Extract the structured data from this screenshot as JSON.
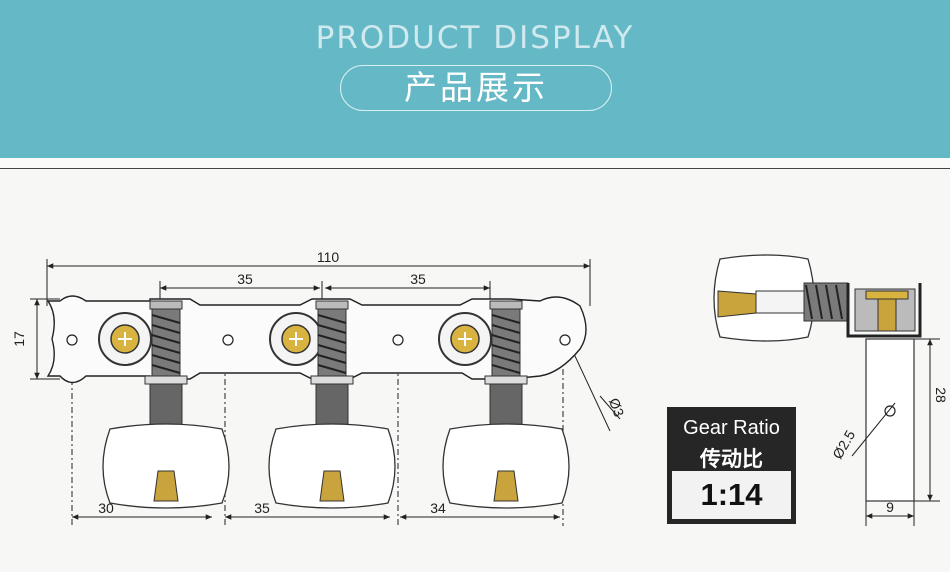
{
  "banner": {
    "title": "PRODUCT DISPLAY",
    "subtitle": "产品展示",
    "color": "#65b9c6"
  },
  "drawing": {
    "dimensions": {
      "overall_width": "110",
      "span_left": "35",
      "span_right": "35",
      "plate_height": "17",
      "hole_diameter": "Ø3",
      "knob_offset": "30",
      "knob_spacing_left": "35",
      "knob_spacing_right": "34",
      "side_height": "28",
      "side_hole_diameter": "Ø2.5",
      "side_width": "9"
    }
  },
  "gear_ratio": {
    "label_en": "Gear Ratio",
    "label_zh": "传动比",
    "value": "1:14"
  }
}
